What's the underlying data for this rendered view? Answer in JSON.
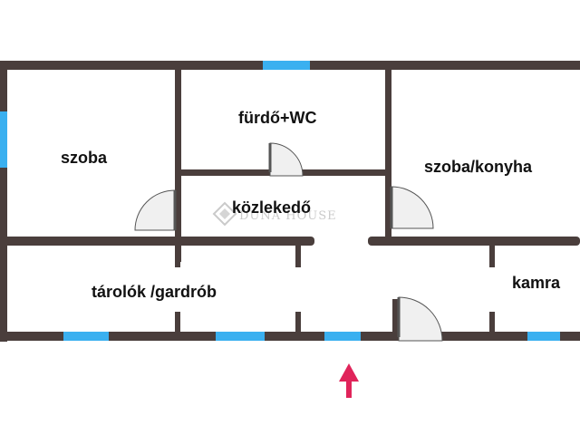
{
  "rooms": {
    "szoba": "szoba",
    "furdo": "fürdő+WC",
    "szoba_konyha": "szoba/konyha",
    "kozlekedo": "közlekedő",
    "tarolok": "tárolók /gardrób",
    "kamra": "kamra"
  },
  "watermark": {
    "brand": "DUNA HOUSE",
    "color": "#b9b9b9"
  },
  "colors": {
    "wall": "#4a3e3c",
    "window": "#3ab0f0",
    "door_fill": "#f0f0f0",
    "door_stroke": "#555555",
    "entrance_arrow": "#e0245a"
  },
  "icons": {
    "entrance": "entrance-arrow-icon",
    "watermark": "duna-house-logo-icon"
  }
}
